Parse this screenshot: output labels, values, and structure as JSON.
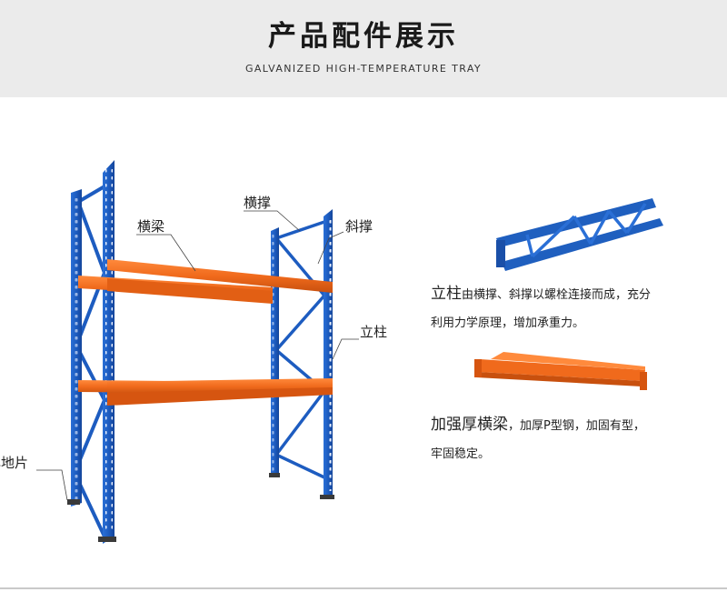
{
  "header": {
    "title": "产品配件展示",
    "subtitle": "GALVANIZED HIGH-TEMPERATURE TRAY"
  },
  "labels": {
    "beam": "横梁",
    "cross_brace": "横撑",
    "diagonal_brace": "斜撑",
    "upright": "立柱",
    "foot_plate": "焊地片"
  },
  "features": [
    {
      "lead": "立柱",
      "line1_rest": "由横撑、斜撑以螺栓连接而成，充分",
      "line2": "利用力学原理，增加承重力。"
    },
    {
      "lead": "加强厚横梁",
      "line1_rest": "，加厚P型钢，加固有型，",
      "line2": "牢固稳定。"
    }
  ],
  "colors": {
    "header_bg": "#ebebeb",
    "upright_blue": "#1f5fbf",
    "beam_orange": "#f06a1c"
  }
}
